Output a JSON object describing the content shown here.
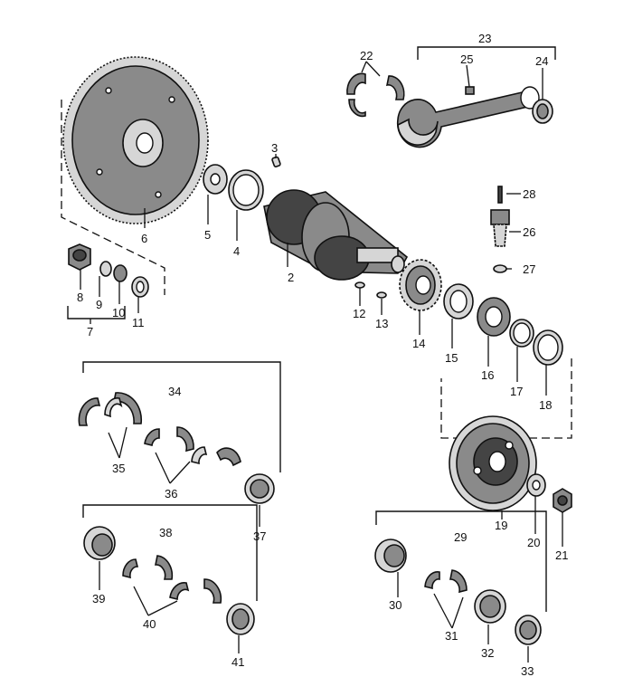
{
  "labels": {
    "n2": "2",
    "n3": "3",
    "n4": "4",
    "n5": "5",
    "n6": "6",
    "n7": "7",
    "n8": "8",
    "n9": "9",
    "n10": "10",
    "n11": "11",
    "n12": "12",
    "n13": "13",
    "n14": "14",
    "n15": "15",
    "n16": "16",
    "n17": "17",
    "n18": "18",
    "n19": "19",
    "n20": "20",
    "n21": "21",
    "n22": "22",
    "n23": "23",
    "n24": "24",
    "n25": "25",
    "n26": "26",
    "n27": "27",
    "n28": "28",
    "n29": "29",
    "n30": "30",
    "n31": "31",
    "n32": "32",
    "n33": "33",
    "n34": "34",
    "n35": "35",
    "n36": "36",
    "n37": "37",
    "n38": "38",
    "n39": "39",
    "n40": "40",
    "n41": "41"
  }
}
